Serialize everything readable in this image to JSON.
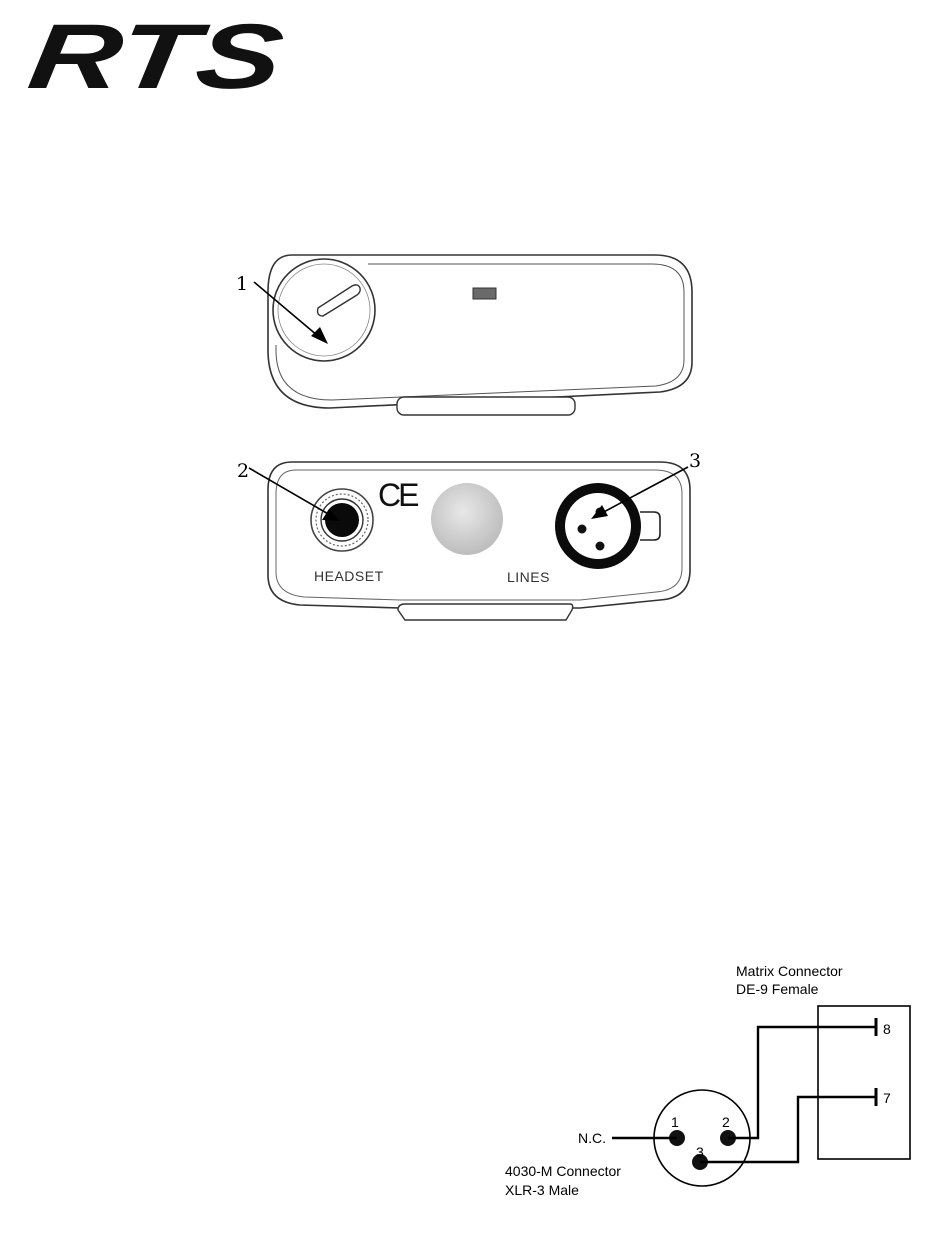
{
  "logo": {
    "text": "RTS"
  },
  "device_diagram": {
    "callouts": [
      "1",
      "2",
      "3"
    ],
    "headset_label": "HEADSET",
    "lines_label": "LINES",
    "ce_mark": "CE"
  },
  "wiring_diagram": {
    "matrix_connector_title": "Matrix Connector",
    "matrix_connector_subtitle": "DE-9 Female",
    "pin_8": "8",
    "pin_7": "7",
    "xlr_pin_1": "1",
    "xlr_pin_2": "2",
    "xlr_pin_3": "3",
    "nc_label": "N.C.",
    "connector_title": "4030-M Connector",
    "connector_subtitle": "XLR-3 Male"
  }
}
